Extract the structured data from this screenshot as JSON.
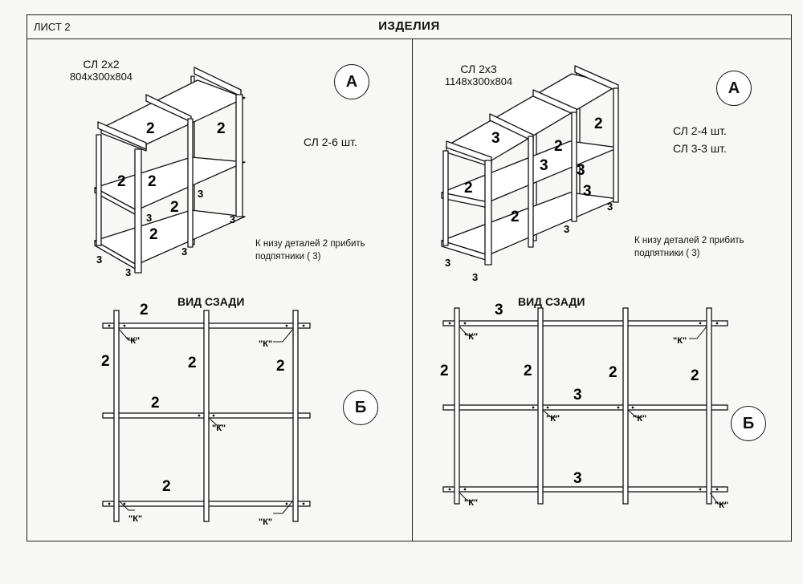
{
  "sheet": {
    "number": "ЛИСТ 2",
    "title": "ИЗДЕЛИЯ"
  },
  "left_panel": {
    "name": "СЛ 2х2",
    "dimensions": "804х300х804",
    "badge_top": "А",
    "parts_count": [
      "СЛ 2-6 шт."
    ],
    "note": [
      "К низу деталей 2 прибить",
      "подпятники ( 3)"
    ],
    "rear_view_title": "ВИД СЗАДИ",
    "badge_bottom": "Б",
    "iso_labels": [
      "2",
      "2",
      "2",
      "2",
      "2",
      "2",
      "3",
      "3",
      "3",
      "3",
      "3",
      "3"
    ],
    "rear_labels": [
      "2",
      "2",
      "2",
      "2",
      "2",
      "2"
    ],
    "k_label": "\"К\""
  },
  "right_panel": {
    "name": "СЛ 2х3",
    "dimensions": "1148х300х804",
    "badge_top": "А",
    "parts_count": [
      "СЛ 2-4 шт.",
      "СЛ 3-3 шт."
    ],
    "note": [
      "К низу деталей 2 прибить",
      "подпятники ( 3)"
    ],
    "rear_view_title": "ВИД СЗАДИ",
    "badge_bottom": "Б",
    "iso_labels": [
      "3",
      "2",
      "3",
      "2",
      "2",
      "3",
      "3",
      "2",
      "3",
      "3",
      "3",
      "3"
    ],
    "rear_labels": [
      "3",
      "2",
      "2",
      "2",
      "2",
      "3",
      "3"
    ],
    "k_label": "\"К\""
  }
}
